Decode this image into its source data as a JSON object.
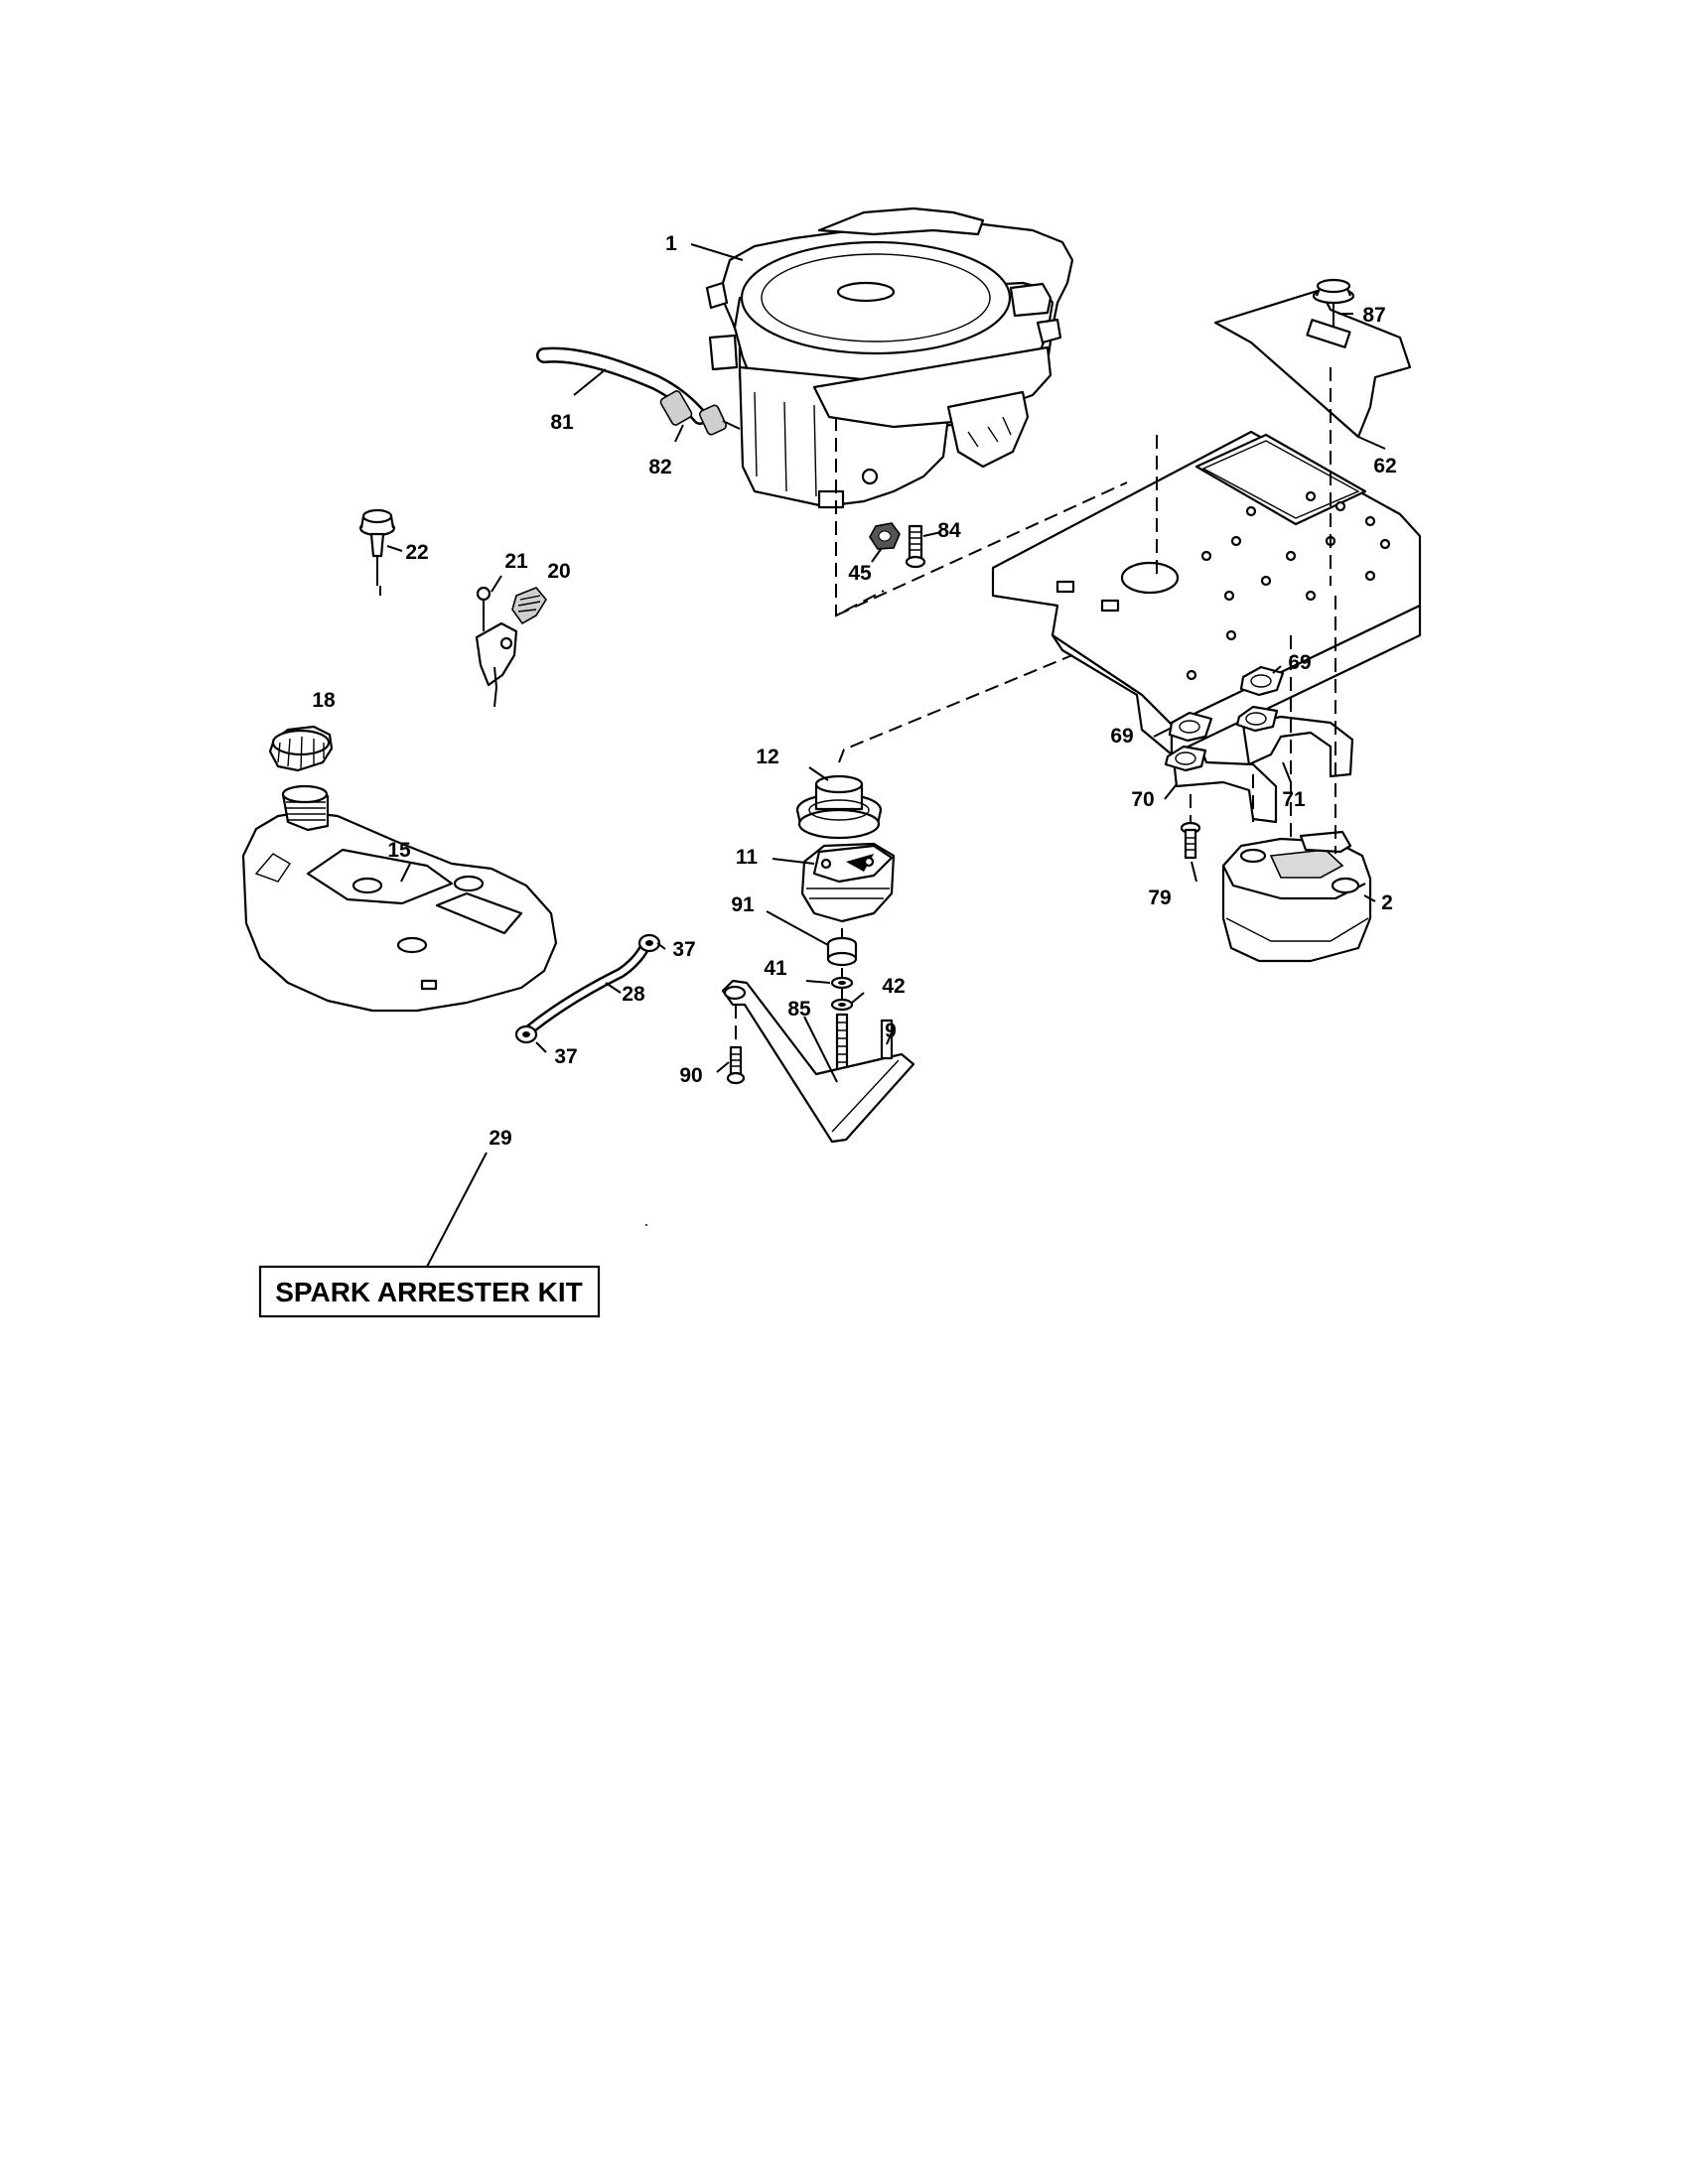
{
  "callouts": [
    {
      "id": "p1",
      "label": "1",
      "name": "callout-1-engine"
    },
    {
      "id": "p87",
      "label": "87",
      "name": "callout-87-knob"
    },
    {
      "id": "p81",
      "label": "81",
      "name": "callout-81-fuel-line"
    },
    {
      "id": "p82",
      "label": "82",
      "name": "callout-82-fuel-filter"
    },
    {
      "id": "p62",
      "label": "62",
      "name": "callout-62-heat-shield"
    },
    {
      "id": "p22",
      "label": "22",
      "name": "callout-22-knob"
    },
    {
      "id": "p84",
      "label": "84",
      "name": "callout-84-bolt"
    },
    {
      "id": "p45",
      "label": "45",
      "name": "callout-45-nut"
    },
    {
      "id": "p21",
      "label": "21",
      "name": "callout-21-screw"
    },
    {
      "id": "p20",
      "label": "20",
      "name": "callout-20-control"
    },
    {
      "id": "p69a",
      "label": "69",
      "name": "callout-69-gasket-right"
    },
    {
      "id": "p18",
      "label": "18",
      "name": "callout-18-fuel-cap"
    },
    {
      "id": "p69b",
      "label": "69",
      "name": "callout-69-gasket-left"
    },
    {
      "id": "p12",
      "label": "12",
      "name": "callout-12-pulley"
    },
    {
      "id": "p70",
      "label": "70",
      "name": "callout-70-exhaust-pipe"
    },
    {
      "id": "p71",
      "label": "71",
      "name": "callout-71-exhaust-pipe"
    },
    {
      "id": "p15",
      "label": "15",
      "name": "callout-15-fuel-tank"
    },
    {
      "id": "p11",
      "label": "11",
      "name": "callout-11-clutch"
    },
    {
      "id": "p79",
      "label": "79",
      "name": "callout-79-bolt"
    },
    {
      "id": "p2",
      "label": "2",
      "name": "callout-2-muffler"
    },
    {
      "id": "p91",
      "label": "91",
      "name": "callout-91-spacer"
    },
    {
      "id": "p37a",
      "label": "37",
      "name": "callout-37-clamp-upper"
    },
    {
      "id": "p41",
      "label": "41",
      "name": "callout-41-washer"
    },
    {
      "id": "p42",
      "label": "42",
      "name": "callout-42-washer"
    },
    {
      "id": "p28",
      "label": "28",
      "name": "callout-28-fuel-line"
    },
    {
      "id": "p85",
      "label": "85",
      "name": "callout-85-bolt"
    },
    {
      "id": "p9",
      "label": "9",
      "name": "callout-9-bracket"
    },
    {
      "id": "p37b",
      "label": "37",
      "name": "callout-37-clamp-lower"
    },
    {
      "id": "p90",
      "label": "90",
      "name": "callout-90-bolt"
    },
    {
      "id": "p29",
      "label": "29",
      "name": "callout-29-kit"
    }
  ],
  "kit": {
    "label": "SPARK ARRESTER KIT"
  }
}
